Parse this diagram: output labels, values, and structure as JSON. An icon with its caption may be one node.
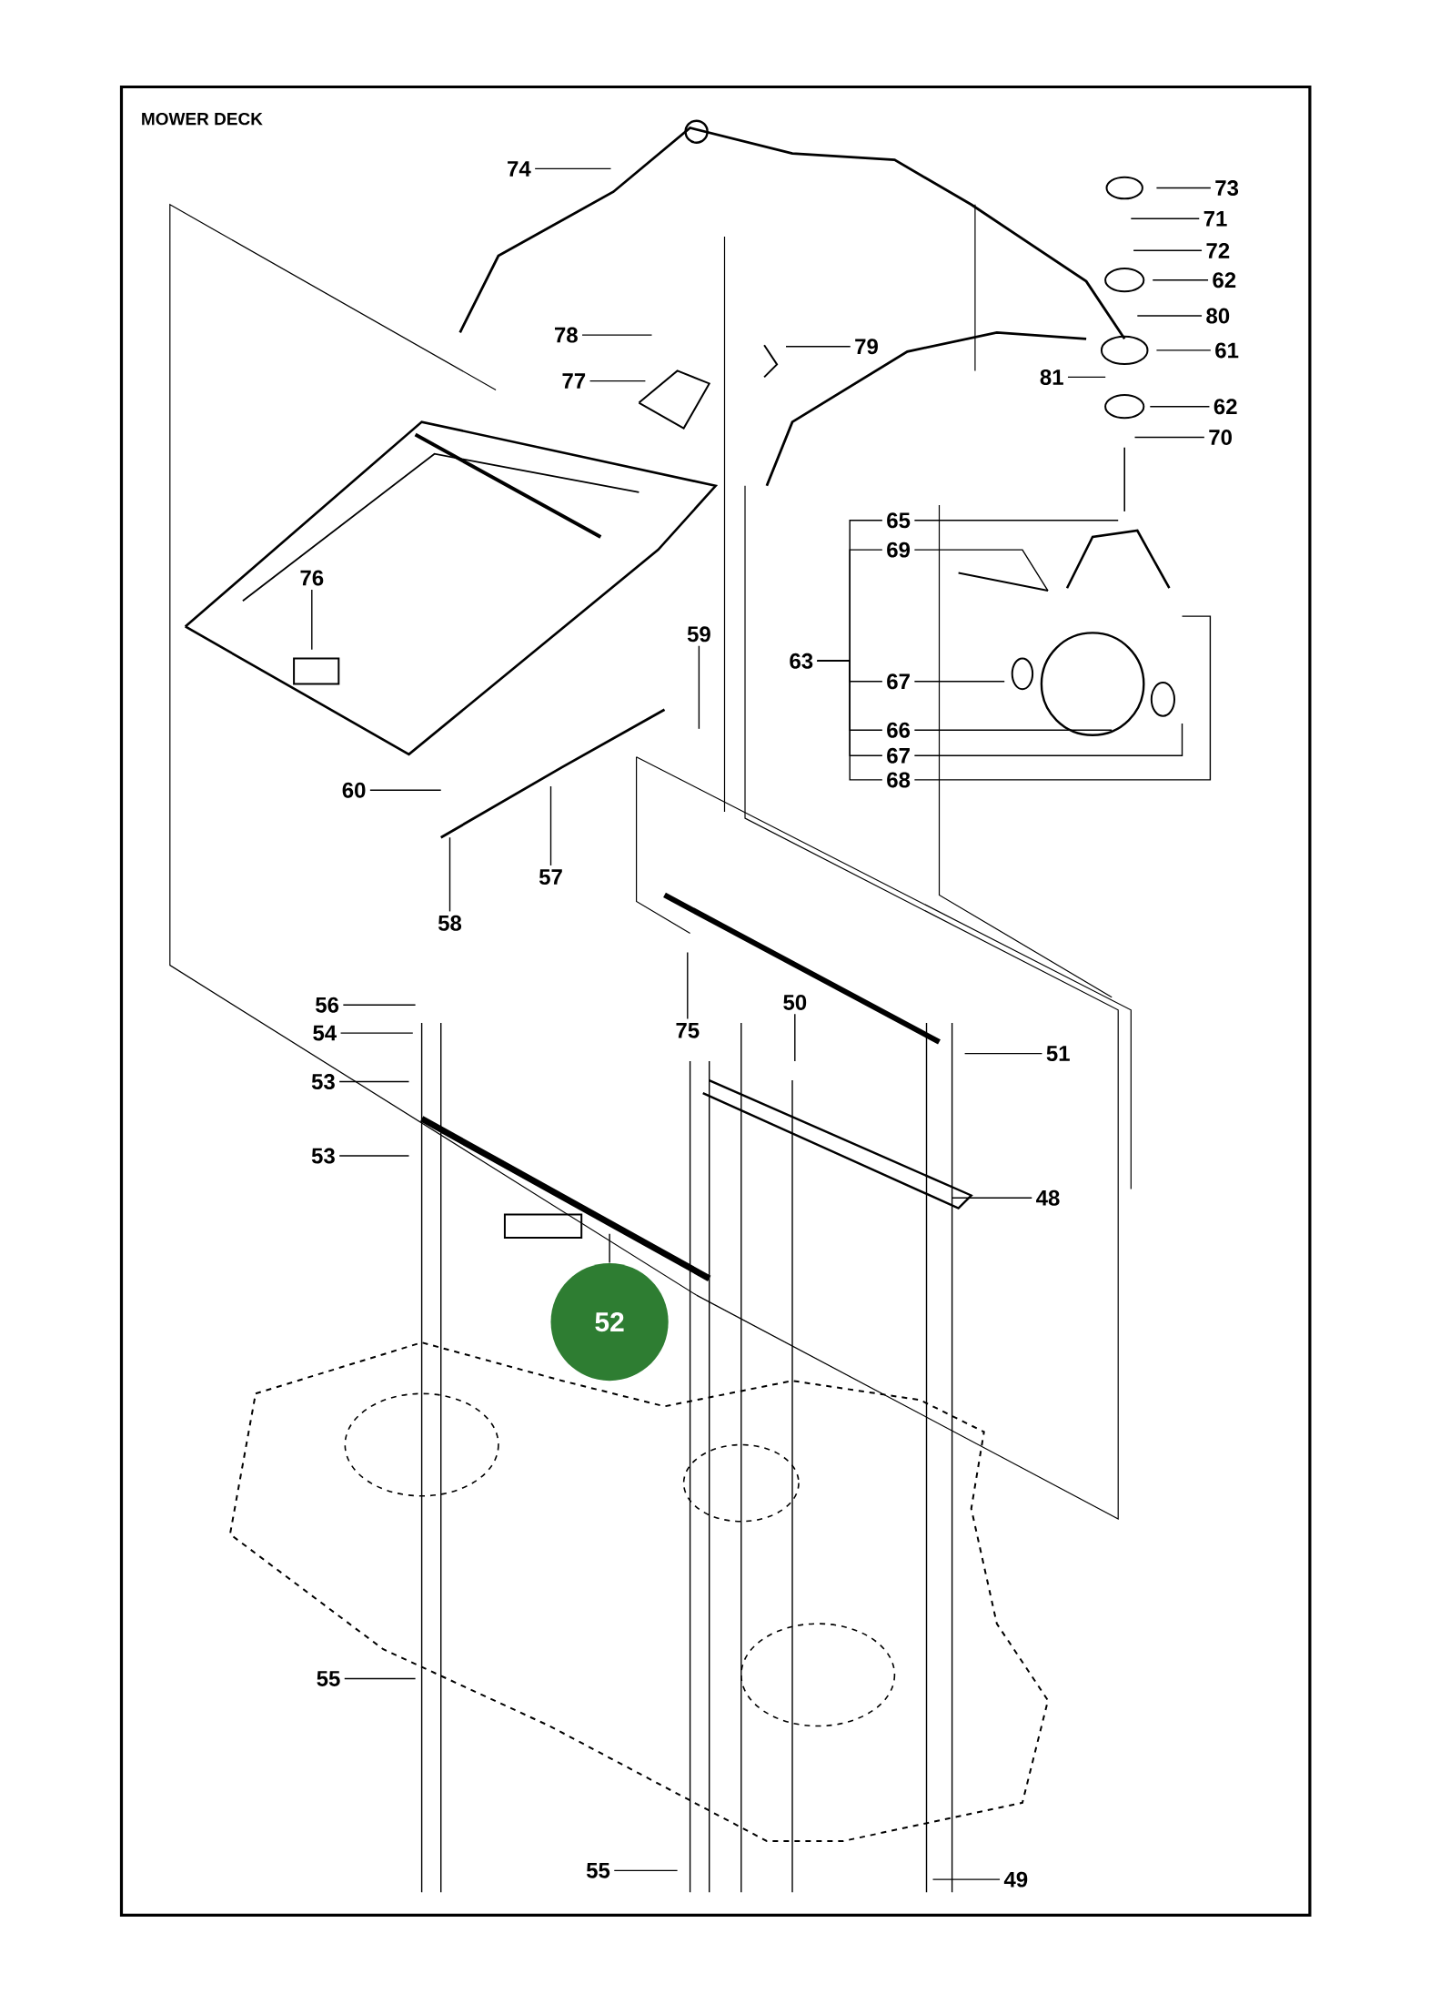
{
  "diagram": {
    "title": "MOWER DECK",
    "nodes": [
      {
        "text": [
          "74"
        ]
      },
      {
        "text": [
          "73"
        ]
      },
      {
        "text": [
          "71"
        ]
      },
      {
        "text": [
          "72"
        ]
      },
      {
        "text": [
          "62"
        ]
      },
      {
        "text": [
          "80"
        ]
      },
      {
        "text": [
          "78"
        ]
      },
      {
        "text": [
          "79"
        ]
      },
      {
        "text": [
          "61"
        ]
      },
      {
        "text": [
          "77"
        ]
      },
      {
        "text": [
          "81"
        ]
      },
      {
        "text": [
          "62"
        ]
      },
      {
        "text": [
          "70"
        ]
      },
      {
        "text": [
          "65"
        ]
      },
      {
        "text": [
          "69"
        ]
      },
      {
        "text": [
          "76"
        ]
      },
      {
        "text": [
          "59"
        ]
      },
      {
        "text": [
          "63"
        ]
      },
      {
        "text": [
          "67"
        ]
      },
      {
        "text": [
          "66"
        ]
      },
      {
        "text": [
          "67"
        ]
      },
      {
        "text": [
          "68"
        ]
      },
      {
        "text": [
          "60"
        ]
      },
      {
        "text": [
          "57"
        ]
      },
      {
        "text": [
          "58"
        ]
      },
      {
        "text": [
          "56"
        ]
      },
      {
        "text": [
          "50"
        ]
      },
      {
        "text": [
          "54"
        ]
      },
      {
        "text": [
          "75"
        ]
      },
      {
        "text": [
          "51"
        ]
      },
      {
        "text": [
          "53"
        ]
      },
      {
        "text": [
          "53"
        ]
      },
      {
        "text": [
          "48"
        ]
      },
      {
        "text": [
          "52"
        ]
      },
      {
        "text": [
          "55"
        ]
      },
      {
        "text": [
          "55"
        ]
      },
      {
        "text": [
          "49"
        ]
      }
    ],
    "edges": [
      {
        "from": 0,
        "to": null,
        "arrow": "none"
      },
      {
        "from": 1,
        "to": null,
        "arrow": "none"
      },
      {
        "from": 2,
        "to": null,
        "arrow": "none"
      },
      {
        "from": 3,
        "to": null,
        "arrow": "none"
      },
      {
        "from": 4,
        "to": null,
        "arrow": "none"
      },
      {
        "from": 5,
        "to": null,
        "arrow": "none"
      },
      {
        "from": 6,
        "to": null,
        "arrow": "none"
      },
      {
        "from": 7,
        "to": null,
        "arrow": "none"
      },
      {
        "from": 8,
        "to": null,
        "arrow": "none"
      },
      {
        "from": 9,
        "to": null,
        "arrow": "none"
      },
      {
        "from": 10,
        "to": null,
        "arrow": "none"
      },
      {
        "from": 11,
        "to": null,
        "arrow": "none"
      },
      {
        "from": 12,
        "to": null,
        "arrow": "none"
      },
      {
        "from": 13,
        "to": null,
        "arrow": "none"
      },
      {
        "from": 14,
        "to": null,
        "arrow": "none"
      },
      {
        "from": 15,
        "to": null,
        "arrow": "none"
      },
      {
        "from": 16,
        "to": null,
        "arrow": "none"
      },
      {
        "from": 17,
        "to": 13,
        "arrow": "none"
      },
      {
        "from": 17,
        "to": 14,
        "arrow": "none"
      },
      {
        "from": 17,
        "to": 18,
        "arrow": "none"
      },
      {
        "from": 17,
        "to": 19,
        "arrow": "none"
      },
      {
        "from": 17,
        "to": 20,
        "arrow": "none"
      },
      {
        "from": 17,
        "to": 21,
        "arrow": "none"
      },
      {
        "from": 18,
        "to": null,
        "arrow": "none"
      },
      {
        "from": 19,
        "to": null,
        "arrow": "none"
      },
      {
        "from": 20,
        "to": null,
        "arrow": "none"
      },
      {
        "from": 21,
        "to": null,
        "arrow": "none"
      },
      {
        "from": 22,
        "to": null,
        "arrow": "none"
      },
      {
        "from": 23,
        "to": null,
        "arrow": "none"
      },
      {
        "from": 24,
        "to": null,
        "arrow": "none"
      },
      {
        "from": 25,
        "to": null,
        "arrow": "none"
      },
      {
        "from": 26,
        "to": null,
        "arrow": "none"
      },
      {
        "from": 27,
        "to": null,
        "arrow": "none"
      },
      {
        "from": 28,
        "to": null,
        "arrow": "none"
      },
      {
        "from": 29,
        "to": null,
        "arrow": "none"
      },
      {
        "from": 30,
        "to": null,
        "arrow": "none"
      },
      {
        "from": 31,
        "to": null,
        "arrow": "none"
      },
      {
        "from": 32,
        "to": null,
        "arrow": "none"
      },
      {
        "from": 33,
        "to": null,
        "arrow": "none"
      },
      {
        "from": 34,
        "to": null,
        "arrow": "none"
      },
      {
        "from": 35,
        "to": null,
        "arrow": "none"
      },
      {
        "from": 36,
        "to": null,
        "arrow": "none"
      }
    ]
  }
}
